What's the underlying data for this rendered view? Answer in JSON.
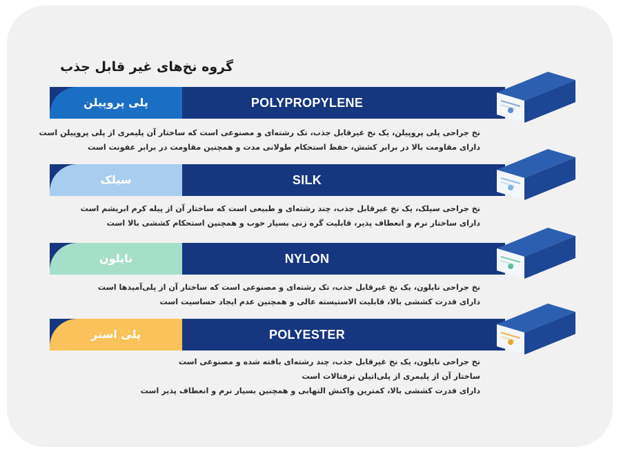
{
  "page_title": "گروه نخ‌های غیر قابل جذب",
  "sections": [
    {
      "label_en": "POLYPROPYLENE",
      "label_fa": "پلی پروپیلن",
      "pill_color": "#1a6fc4",
      "box_icon": "suture-package-box-icon",
      "description": [
        "نخ جراحی پلی پروپیلن، یک نخ غیرقابل جذب، تک رشته‌ای و مصنوعی است که ساختار آن پلیمری از پلی پروپیلن است",
        "دارای مقاومت بالا در برابر کشش، حفظ استحکام طولانی مدت و همچنین مقاومت در برابر عفونت است"
      ]
    },
    {
      "label_en": "SILK",
      "label_fa": "سیلک",
      "pill_color": "#a9cdef",
      "box_icon": "suture-package-box-icon",
      "description": [
        "نخ جراحی سیلک، یک نخ غیرقابل جذب، چند رشته‌ای و طبیعی است که ساختار آن از پیله کرم ابریشم است",
        "دارای ساختار نرم و انعطاف پذیر، قابلیت گره زنی بسیار خوب و همچنین استحکام کششی بالا است"
      ]
    },
    {
      "label_en": "NYLON",
      "label_fa": "نایلون",
      "pill_color": "#a6dfc9",
      "box_icon": "suture-package-box-icon",
      "description": [
        "نخ جراحی نایلون، یک نخ غیرقابل جذب، تک رشته‌ای و مصنوعی است که ساختار آن از پلی‌آمیدها است",
        "دارای قدرت کششی بالا، قابلیت الاستیسته عالی و همچنین عدم ایجاد حساسیت است"
      ]
    },
    {
      "label_en": "POLYESTER",
      "label_fa": "پلی استر",
      "pill_color": "#fbc15a",
      "box_icon": "suture-package-box-icon",
      "description": [
        "نخ جراحی نایلون، یک نخ غیرقابل جذب، چند رشته‌ای بافته شده و مصنوعی است",
        "ساختار آن از پلیمری از پلی‌اتیلن ترفتالات است",
        "دارای قدرت کششی بالا، کمترین واکنش التهابی و همچنین بسیار نرم و انعطاف پذیر است"
      ]
    }
  ]
}
